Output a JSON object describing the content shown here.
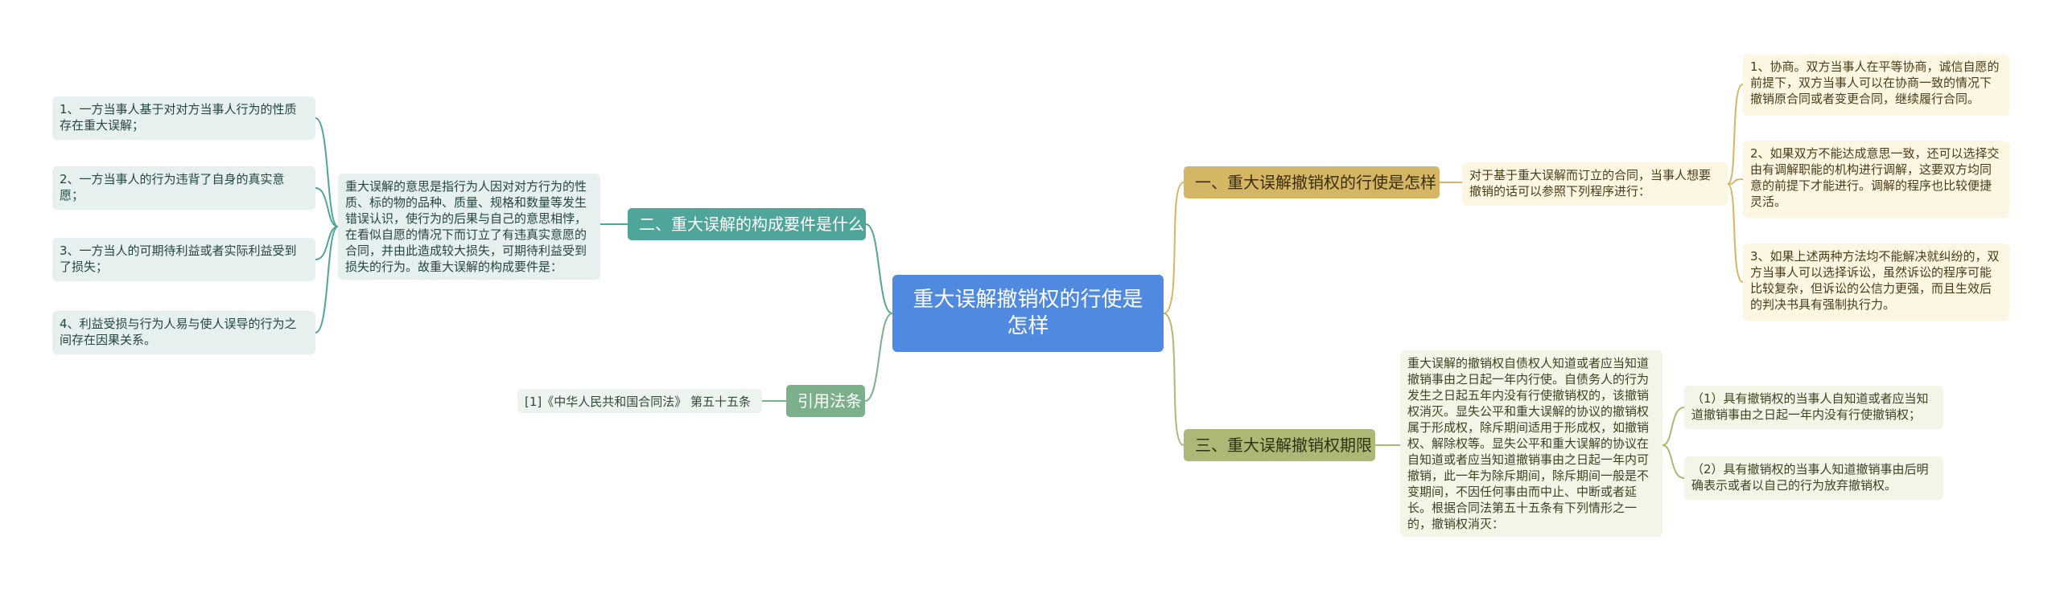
{
  "root": {
    "title": "重大误解撤销权的行使是怎样"
  },
  "branches": {
    "right1": {
      "label": "一、重大误解撤销权的行使是怎样",
      "desc": "对于基于重大误解而订立的合同，当事人想要撤销的话可以参照下列程序进行：",
      "items": [
        "1、协商。双方当事人在平等协商，诚信自愿的前提下，双方当事人可以在协商一致的情况下撤销原合同或者变更合同，继续履行合同。",
        "2、如果双方不能达成意思一致，还可以选择交由有调解职能的机构进行调解，这要双方均同意的前提下才能进行。调解的程序也比较便捷灵活。",
        "3、如果上述两种方法均不能解决就纠纷的，双方当事人可以选择诉讼，虽然诉讼的程序可能比较复杂，但诉讼的公信力更强，而且生效后的判决书具有强制执行力。"
      ]
    },
    "right3": {
      "label": "三、重大误解撤销权期限",
      "desc": "重大误解的撤销权自债权人知道或者应当知道撤销事由之日起一年内行使。自债务人的行为发生之日起五年内没有行使撤销权的，该撤销权消灭。显失公平和重大误解的协议的撤销权属于形成权，除斥期间适用于形成权，如撤销权、解除权等。显失公平和重大误解的协议在自知道或者应当知道撤销事由之日起一年内可撤销，此一年为除斥期间，除斥期间一般是不变期间，不因任何事由而中止、中断或者延长。根据合同法第五十五条有下列情形之一的，撤销权消灭：",
      "items": [
        "（1）具有撤销权的当事人自知道或者应当知道撤销事由之日起一年内没有行使撤销权；",
        "（2）具有撤销权的当事人知道撤销事由后明确表示或者以自己的行为放弃撤销权。"
      ]
    },
    "left2": {
      "label": "二、重大误解的构成要件是什么",
      "desc": "重大误解的意思是指行为人因对对方行为的性质、标的物的品种、质量、规格和数量等发生错误认识，使行为的后果与自己的意思相悖，在看似自愿的情况下而订立了有违真实意愿的合同，并由此造成较大损失，可期待利益受到损失的行为。故重大误解的构成要件是：",
      "items": [
        "1、一方当事人基于对对方当事人行为的性质存在重大误解；",
        "2、一方当事人的行为违背了自身的真实意愿；",
        "3、一方当人的可期待利益或者实际利益受到了损失；",
        "4、利益受损与行为人易与使人误导的行为之间存在因果关系。"
      ]
    },
    "law": {
      "label": "引用法条",
      "items": [
        "[1]《中华人民共和国合同法》 第五十五条"
      ]
    }
  },
  "colors": {
    "root": "#4f8ae0",
    "right1": "#d4b665",
    "right3": "#aeb876",
    "left2": "#4fa59a",
    "law": "#7bb08a"
  }
}
